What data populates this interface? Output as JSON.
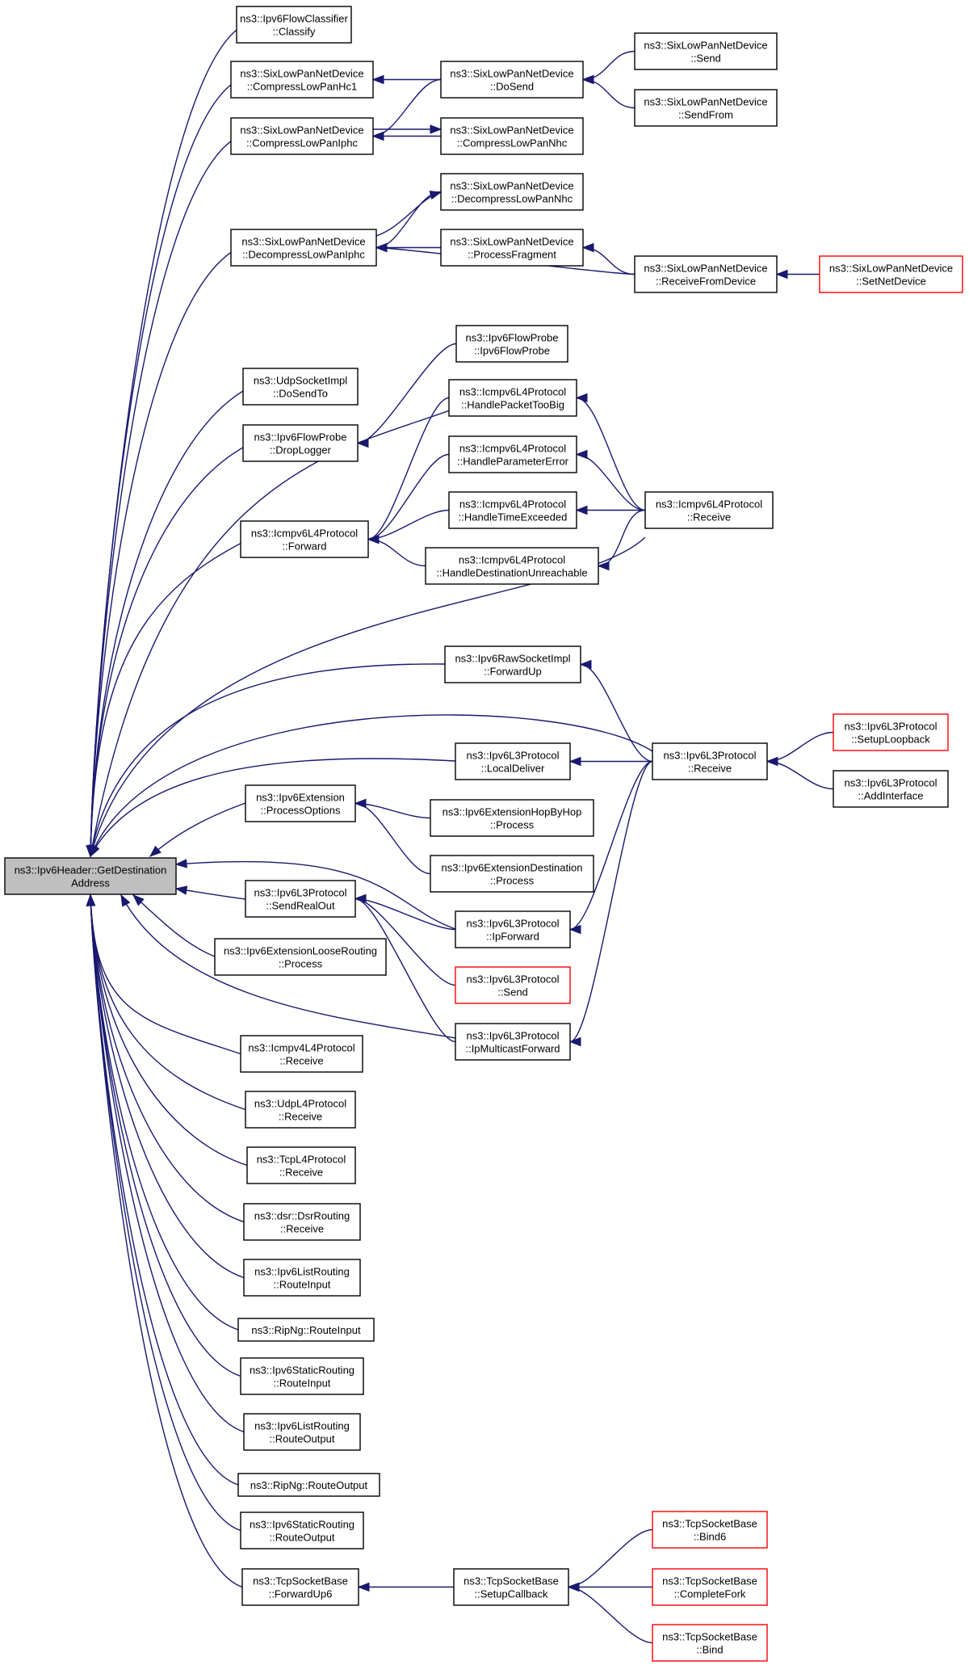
{
  "root": {
    "line1": "ns3::Ipv6Header::GetDestination",
    "line2": "Address"
  },
  "nodes": {
    "classify": [
      "ns3::Ipv6FlowClassifier",
      "::Classify"
    ],
    "compress_hc1": [
      "ns3::SixLowPanNetDevice",
      "::CompressLowPanHc1"
    ],
    "compress_iphc": [
      "ns3::SixLowPanNetDevice",
      "::CompressLowPanIphc"
    ],
    "decompress_iphc": [
      "ns3::SixLowPanNetDevice",
      "::DecompressLowPanIphc"
    ],
    "do_send": [
      "ns3::SixLowPanNetDevice",
      "::DoSend"
    ],
    "compress_nhc": [
      "ns3::SixLowPanNetDevice",
      "::CompressLowPanNhc"
    ],
    "decompress_nhc": [
      "ns3::SixLowPanNetDevice",
      "::DecompressLowPanNhc"
    ],
    "process_fragment": [
      "ns3::SixLowPanNetDevice",
      "::ProcessFragment"
    ],
    "six_send": [
      "ns3::SixLowPanNetDevice",
      "::Send"
    ],
    "six_sendfrom": [
      "ns3::SixLowPanNetDevice",
      "::SendFrom"
    ],
    "receive_from_device": [
      "ns3::SixLowPanNetDevice",
      "::ReceiveFromDevice"
    ],
    "set_net_device": [
      "ns3::SixLowPanNetDevice",
      "::SetNetDevice"
    ],
    "udp_dosendto": [
      "ns3::UdpSocketImpl",
      "::DoSendTo"
    ],
    "drop_logger": [
      "ns3::Ipv6FlowProbe",
      "::DropLogger"
    ],
    "flow_probe": [
      "ns3::Ipv6FlowProbe",
      "::Ipv6FlowProbe"
    ],
    "icmp_forward": [
      "ns3::Icmpv6L4Protocol",
      "::Forward"
    ],
    "handle_too_big": [
      "ns3::Icmpv6L4Protocol",
      "::HandlePacketTooBig"
    ],
    "handle_param_error": [
      "ns3::Icmpv6L4Protocol",
      "::HandleParameterError"
    ],
    "handle_time_exceeded": [
      "ns3::Icmpv6L4Protocol",
      "::HandleTimeExceeded"
    ],
    "handle_dest_unreach": [
      "ns3::Icmpv6L4Protocol",
      "::HandleDestinationUnreachable"
    ],
    "icmpv6_receive": [
      "ns3::Icmpv6L4Protocol",
      "::Receive"
    ],
    "raw_forward_up": [
      "ns3::Ipv6RawSocketImpl",
      "::ForwardUp"
    ],
    "local_deliver": [
      "ns3::Ipv6L3Protocol",
      "::LocalDeliver"
    ],
    "ipv6l3_receive": [
      "ns3::Ipv6L3Protocol",
      "::Receive"
    ],
    "setup_loopback": [
      "ns3::Ipv6L3Protocol",
      "::SetupLoopback"
    ],
    "add_interface": [
      "ns3::Ipv6L3Protocol",
      "::AddInterface"
    ],
    "process_options": [
      "ns3::Ipv6Extension",
      "::ProcessOptions"
    ],
    "hop_by_hop": [
      "ns3::Ipv6ExtensionHopByHop",
      "::Process"
    ],
    "ext_destination": [
      "ns3::Ipv6ExtensionDestination",
      "::Process"
    ],
    "send_real_out": [
      "ns3::Ipv6L3Protocol",
      "::SendRealOut"
    ],
    "ip_forward": [
      "ns3::Ipv6L3Protocol",
      "::IpForward"
    ],
    "ipv6l3_send": [
      "ns3::Ipv6L3Protocol",
      "::Send"
    ],
    "ip_multicast_forward": [
      "ns3::Ipv6L3Protocol",
      "::IpMulticastForward"
    ],
    "loose_routing": [
      "ns3::Ipv6ExtensionLooseRouting",
      "::Process"
    ],
    "icmpv4_receive": [
      "ns3::Icmpv4L4Protocol",
      "::Receive"
    ],
    "udp_receive": [
      "ns3::UdpL4Protocol",
      "::Receive"
    ],
    "tcp_receive": [
      "ns3::TcpL4Protocol",
      "::Receive"
    ],
    "dsr_receive": [
      "ns3::dsr::DsrRouting",
      "::Receive"
    ],
    "list_route_input": [
      "ns3::Ipv6ListRouting",
      "::RouteInput"
    ],
    "ripng_route_input": [
      "ns3::RipNg::RouteInput"
    ],
    "static_route_input": [
      "ns3::Ipv6StaticRouting",
      "::RouteInput"
    ],
    "list_route_output": [
      "ns3::Ipv6ListRouting",
      "::RouteOutput"
    ],
    "ripng_route_output": [
      "ns3::RipNg::RouteOutput"
    ],
    "static_route_output": [
      "ns3::Ipv6StaticRouting",
      "::RouteOutput"
    ],
    "forward_up6": [
      "ns3::TcpSocketBase",
      "::ForwardUp6"
    ],
    "setup_callback": [
      "ns3::TcpSocketBase",
      "::SetupCallback"
    ],
    "bind6": [
      "ns3::TcpSocketBase",
      "::Bind6"
    ],
    "complete_fork": [
      "ns3::TcpSocketBase",
      "::CompleteFork"
    ],
    "bind": [
      "ns3::TcpSocketBase",
      "::Bind"
    ]
  },
  "colors": {
    "edge": "#191970",
    "normal_border": "#000000",
    "truncated_border": "#ff0000",
    "root_fill": "#bfbfbf"
  }
}
